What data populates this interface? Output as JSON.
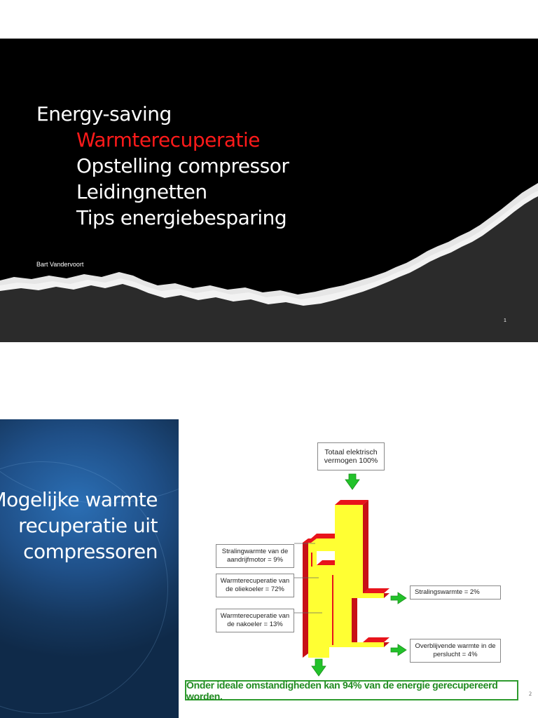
{
  "slide1": {
    "title": "Energy-saving",
    "items": [
      {
        "label": "Warmterecuperatie",
        "highlight": true
      },
      {
        "label": "Opstelling compressor",
        "highlight": false
      },
      {
        "label": "Leidingnetten",
        "highlight": false
      },
      {
        "label": "Tips energiebesparing",
        "highlight": false
      }
    ],
    "author": "Bart Vandervoort",
    "page_number": "1",
    "highlight_color": "#ff1a1a"
  },
  "slide2": {
    "title": "Mogelijke warmte recuperatie uit compressoren",
    "page_number": "2",
    "diagram": {
      "total": "Totaal elektrisch vermogen 100%",
      "motor": "Stralingwarmte van de aandrijfmotor = 9%",
      "oil": "Warmterecuperatie van de oliekoeler = 72%",
      "after": "Warmterecuperatie van de nakoeler = 13%",
      "radiation": "Stralingswarmte  = 2%",
      "remaining": "Overblijvende warmte in de perslucht = 4%",
      "conclusion": "Onder ideale omstandigheden kan 94% van de energie gerecupereerd worden."
    },
    "colors": {
      "yellow": "#ffff33",
      "red": "#e8141b",
      "green": "#22c22a"
    }
  }
}
